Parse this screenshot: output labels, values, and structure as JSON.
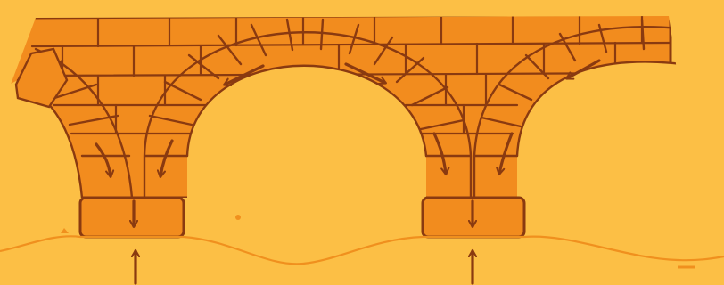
{
  "colors": {
    "background": "#FCBF45",
    "brick": "#F28C1E",
    "brick_light": "#F7A93A",
    "mortar": "#8A3A10",
    "arrow": "#8A3A10",
    "ground_line": "#F0901E"
  },
  "diagram": {
    "subject": "stone-arch-bridge",
    "arch_count": 2,
    "pier_count": 2,
    "icons": [
      "load-arrow-icon",
      "reaction-arrow-icon"
    ]
  }
}
